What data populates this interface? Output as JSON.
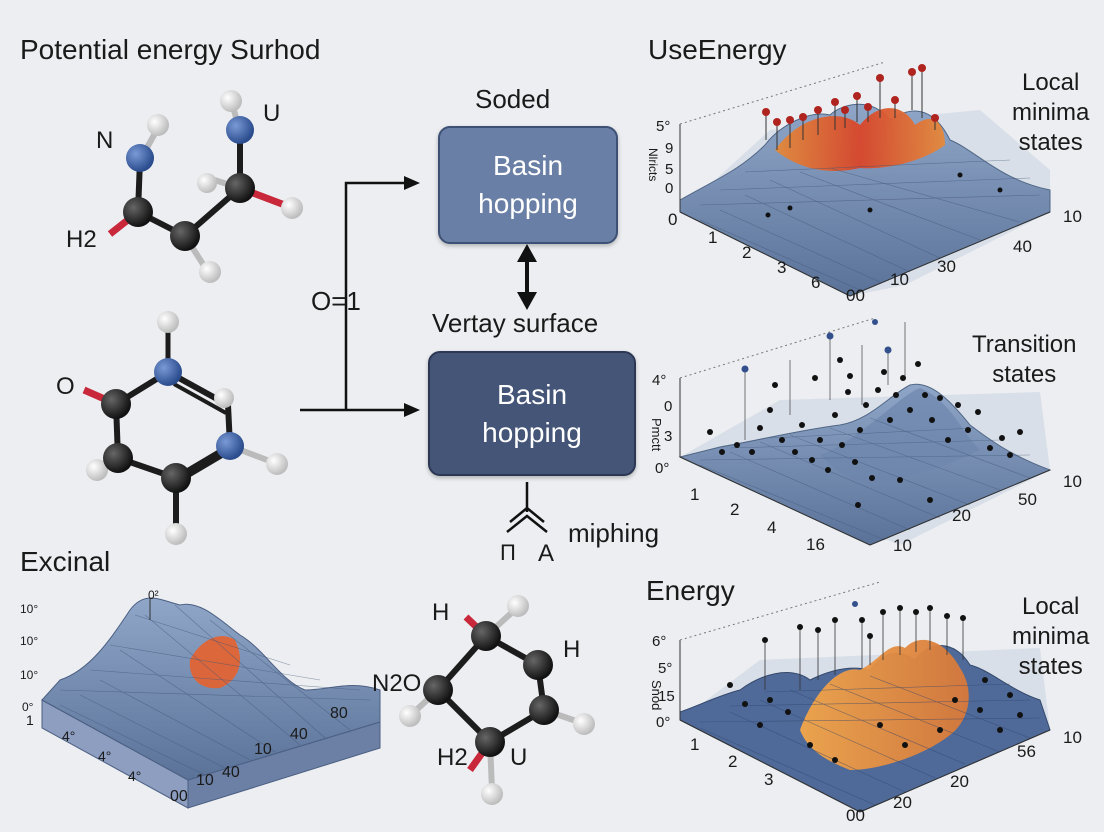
{
  "titles": {
    "main": "Potential energy Surhod",
    "top_right": "UseEnergy",
    "bottom_left": "Excinal",
    "bottom_right": "Energy"
  },
  "flow": {
    "upper_label": "Soded",
    "box_top": [
      "Basin",
      "hopping"
    ],
    "middle_label": "Vertay surface",
    "box_bottom": [
      "Basin",
      "hopping"
    ],
    "side_label": "O=1",
    "bottom_label": "miphing",
    "bottom_symbols": [
      "Π",
      "A"
    ]
  },
  "molecules": {
    "top_labels": [
      "N",
      "U",
      "H2"
    ],
    "middle_labels": [
      "O"
    ],
    "bottom_labels": [
      "H",
      "H",
      "N2O",
      "H2",
      "U"
    ]
  },
  "plots": {
    "top": {
      "side_note": [
        "Local",
        "minima",
        "states"
      ],
      "axis_title": "Nlricts",
      "z_ticks": [
        "5°",
        "9",
        "5",
        "0"
      ],
      "x_ticks": [
        "0",
        "1",
        "2",
        "3",
        "6",
        "00"
      ],
      "y_ticks": [
        "10",
        "40",
        "30",
        "10"
      ]
    },
    "middle": {
      "side_note": [
        "Transition",
        "states"
      ],
      "axis_title": "Pmctt",
      "z_ticks": [
        "4°",
        "0",
        "3",
        "0°"
      ],
      "x_ticks": [
        "1",
        "2",
        "4",
        "16"
      ],
      "y_ticks": [
        "10",
        "50",
        "20",
        "10"
      ]
    },
    "bottom_right": {
      "side_note": [
        "Local",
        "minima",
        "states"
      ],
      "axis_title": "Snod",
      "z_ticks": [
        "6°",
        "5°",
        "15",
        "0°"
      ],
      "x_ticks": [
        "1",
        "2",
        "3",
        "00"
      ],
      "y_ticks": [
        "10",
        "56",
        "20",
        "20"
      ]
    },
    "bottom_left": {
      "peak_label": "0²",
      "z_ticks": [
        "10°",
        "10°",
        "10°",
        "0°"
      ],
      "x_ticks": [
        "1",
        "4°",
        "4°",
        "4°",
        "00"
      ],
      "y_ticks": [
        "80",
        "40",
        "10",
        "40",
        "10"
      ]
    }
  },
  "colors": {
    "box_top": "#6a7fa5",
    "box_bottom": "#445577",
    "surface": "#7d93b8",
    "hot": "#e0652b",
    "carbon": "#1c1c1c",
    "nitrogen": "#3b64a8",
    "oxygen": "#c8283a"
  }
}
